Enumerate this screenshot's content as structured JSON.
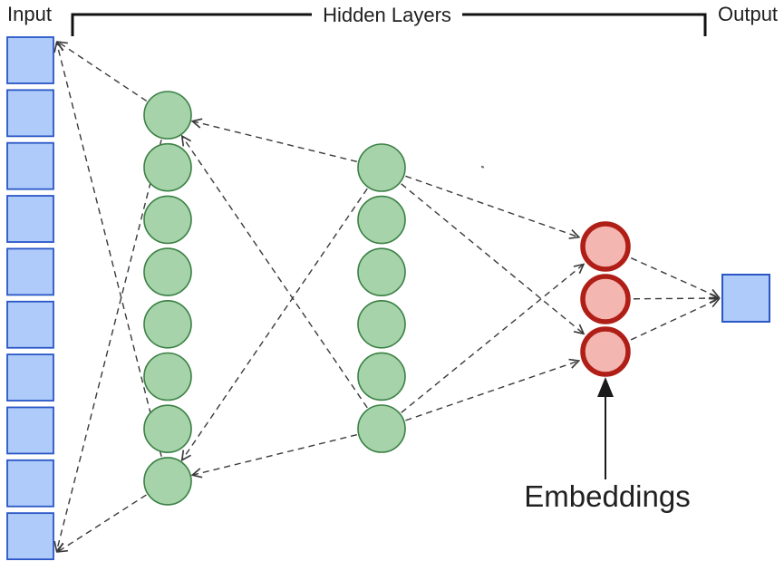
{
  "labels": {
    "input": "Input",
    "hidden_layers": "Hidden Layers",
    "output": "Output",
    "embeddings": "Embeddings"
  },
  "colors": {
    "input_fill": "#aecbfa",
    "input_stroke": "#2a56c6",
    "hidden_fill": "#a6d3aa",
    "hidden_stroke": "#3a8044",
    "embedding_fill": "#f4b6b0",
    "embedding_stroke": "#b01f17",
    "output_fill": "#aecbfa",
    "output_stroke": "#2a56c6",
    "connector": "#3a3a3a",
    "bracket": "#111111",
    "label_text": "#212121",
    "pointer": "#1a1a1a"
  },
  "network": {
    "input_count": 10,
    "hidden_layer_sizes": [
      8,
      6
    ],
    "embedding_count": 3,
    "output_count": 1,
    "connections": [
      {
        "a": "input-top",
        "b": "hidden1-top",
        "arrow": "a"
      },
      {
        "a": "input-top",
        "b": "hidden1-bottom",
        "arrow": "a"
      },
      {
        "a": "input-bottom",
        "b": "hidden1-top",
        "arrow": "a"
      },
      {
        "a": "input-bottom",
        "b": "hidden1-bottom",
        "arrow": "a"
      },
      {
        "a": "hidden1-top",
        "b": "hidden2-top",
        "arrow": "a"
      },
      {
        "a": "hidden1-top",
        "b": "hidden2-bottom",
        "arrow": "a"
      },
      {
        "a": "hidden1-bottom",
        "b": "hidden2-top",
        "arrow": "a"
      },
      {
        "a": "hidden1-bottom",
        "b": "hidden2-bottom",
        "arrow": "a"
      },
      {
        "a": "hidden2-top",
        "b": "emb-top",
        "arrow": "b"
      },
      {
        "a": "hidden2-top",
        "b": "emb-bottom",
        "arrow": "b"
      },
      {
        "a": "hidden2-bottom",
        "b": "emb-top",
        "arrow": "b"
      },
      {
        "a": "hidden2-bottom",
        "b": "emb-bottom",
        "arrow": "b"
      },
      {
        "a": "emb-top",
        "b": "output",
        "arrow": "b"
      },
      {
        "a": "emb-mid",
        "b": "output",
        "arrow": "b"
      },
      {
        "a": "emb-bottom",
        "b": "output",
        "arrow": "b"
      }
    ]
  }
}
